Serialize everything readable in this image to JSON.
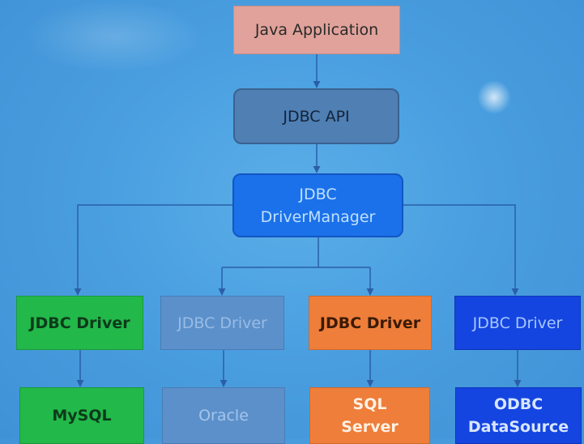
{
  "diagram": {
    "java_application": "Java Application",
    "jdbc_api": "JDBC API",
    "driver_manager": "JDBC\nDriverManager",
    "drivers": [
      {
        "label": "JDBC Driver",
        "color": "#22b84a"
      },
      {
        "label": "JDBC Driver",
        "color": "#5c90ca"
      },
      {
        "label": "JDBC Driver",
        "color": "#ee7e3a"
      },
      {
        "label": "JDBC Driver",
        "color": "#1545e0"
      }
    ],
    "datasources": [
      {
        "label": "MySQL"
      },
      {
        "label": "Oracle"
      },
      {
        "label": "SQL\nServer"
      },
      {
        "label": "ODBC\nDataSource"
      }
    ],
    "connector_color": "#2a5fa8"
  }
}
